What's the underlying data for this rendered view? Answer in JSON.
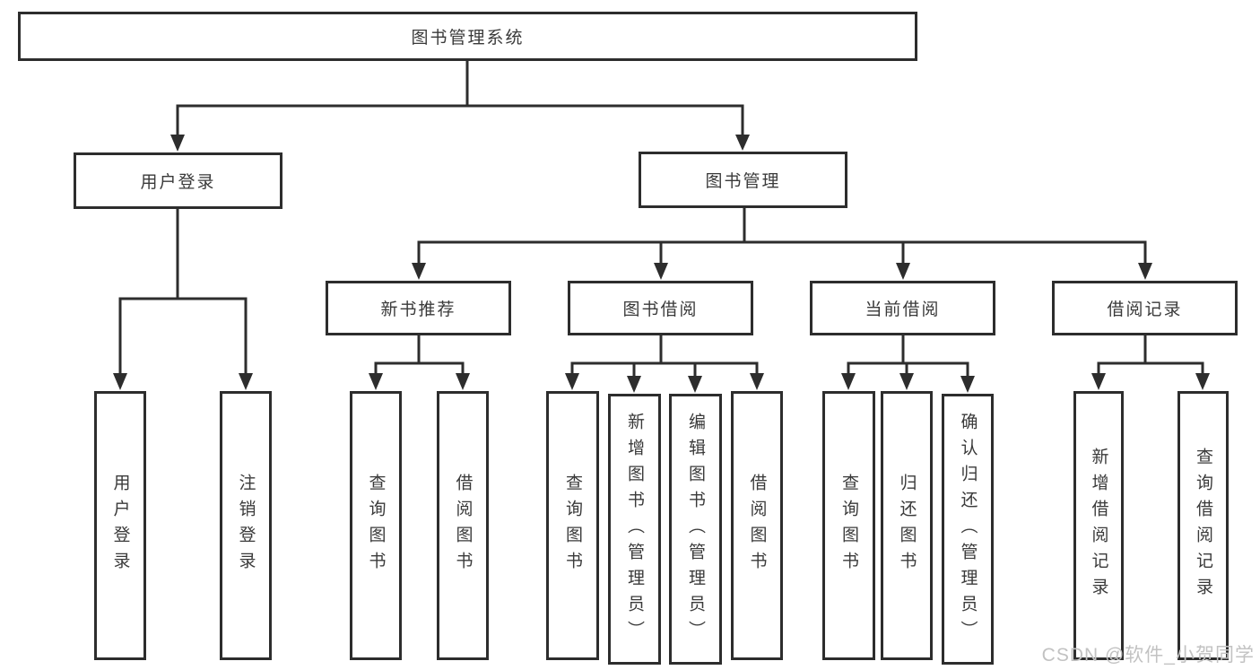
{
  "diagram": {
    "title": "图书管理系统",
    "root": {
      "label": "图书管理系统",
      "children": [
        {
          "label": "用户登录",
          "children": [
            {
              "label": "用户登录"
            },
            {
              "label": "注销登录"
            }
          ]
        },
        {
          "label": "图书管理",
          "children": [
            {
              "label": "新书推荐",
              "children": [
                {
                  "label": "查询图书"
                },
                {
                  "label": "借阅图书"
                }
              ]
            },
            {
              "label": "图书借阅",
              "children": [
                {
                  "label": "查询图书"
                },
                {
                  "label": "新增图书（管理员）"
                },
                {
                  "label": "编辑图书（管理员）"
                },
                {
                  "label": "借阅图书"
                }
              ]
            },
            {
              "label": "当前借阅",
              "children": [
                {
                  "label": "查询图书"
                },
                {
                  "label": "归还图书"
                },
                {
                  "label": "确认归还（管理员）"
                }
              ]
            },
            {
              "label": "借阅记录",
              "children": [
                {
                  "label": "新增借阅记录"
                },
                {
                  "label": "查询借阅记录"
                }
              ]
            }
          ]
        }
      ]
    },
    "colors": {
      "line": "#2d2d2d",
      "text": "#3a3a3a",
      "box_background": "#ffffff",
      "watermark": "#c2c2c2"
    }
  },
  "watermark": {
    "text": "CSDN @软件_小贺同学"
  }
}
